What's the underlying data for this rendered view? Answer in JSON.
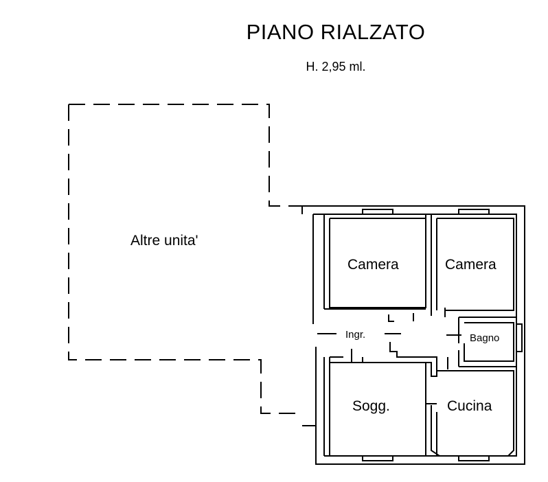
{
  "plan": {
    "title": "PIANO  RIALZATO",
    "height_note": "H. 2,95 ml."
  },
  "rooms": {
    "other_units": "Altre unita'",
    "camera_left": "Camera",
    "camera_right": "Camera",
    "entrance": "Ingr.",
    "bathroom": "Bagno",
    "living": "Sogg.",
    "kitchen": "Cucina"
  }
}
